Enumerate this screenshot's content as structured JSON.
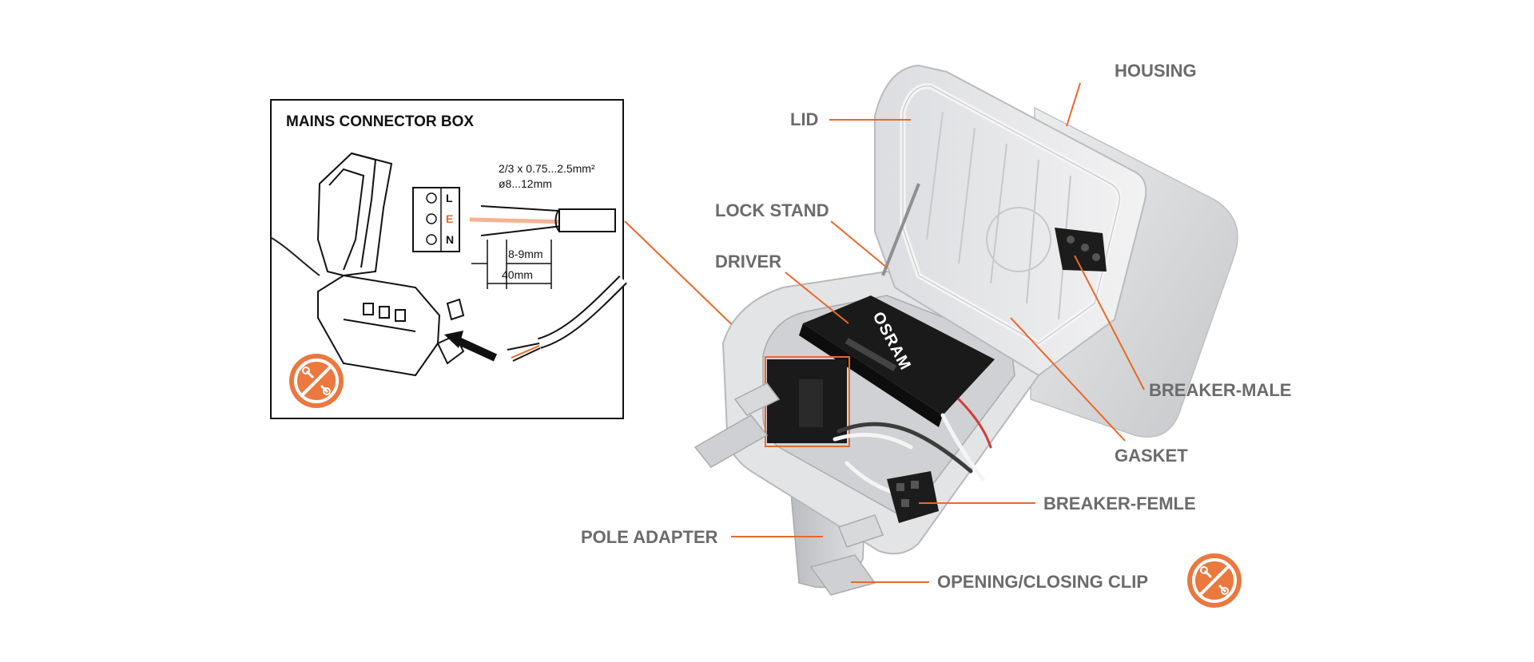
{
  "colors": {
    "accent": "#e8692a",
    "label": "#6b6b6b",
    "housing": "#d9dadd",
    "driver": "#1a1a1a"
  },
  "inset": {
    "title": "MAINS CONNECTOR BOX",
    "cable_spec_line1": "2/3 x 0.75...2.5mm²",
    "cable_spec_line2": "ø8...12mm",
    "terminal_L": "L",
    "terminal_E": "E",
    "terminal_N": "N",
    "strip_length": "8-9mm",
    "sheath_length": "40mm",
    "no_tools_icon": "no-tools-icon"
  },
  "product": {
    "driver_brand": "OSRAM"
  },
  "labels": {
    "lid": "LID",
    "housing": "HOUSING",
    "lock_stand": "LOCK STAND",
    "driver": "DRIVER",
    "breaker_male": "BREAKER-MALE",
    "gasket": "GASKET",
    "breaker_female": "BREAKER-FEMLE",
    "pole_adapter": "POLE ADAPTER",
    "opening_closing_clip": "OPENING/CLOSING CLIP"
  },
  "no_tools_icon": "no-tools-icon"
}
